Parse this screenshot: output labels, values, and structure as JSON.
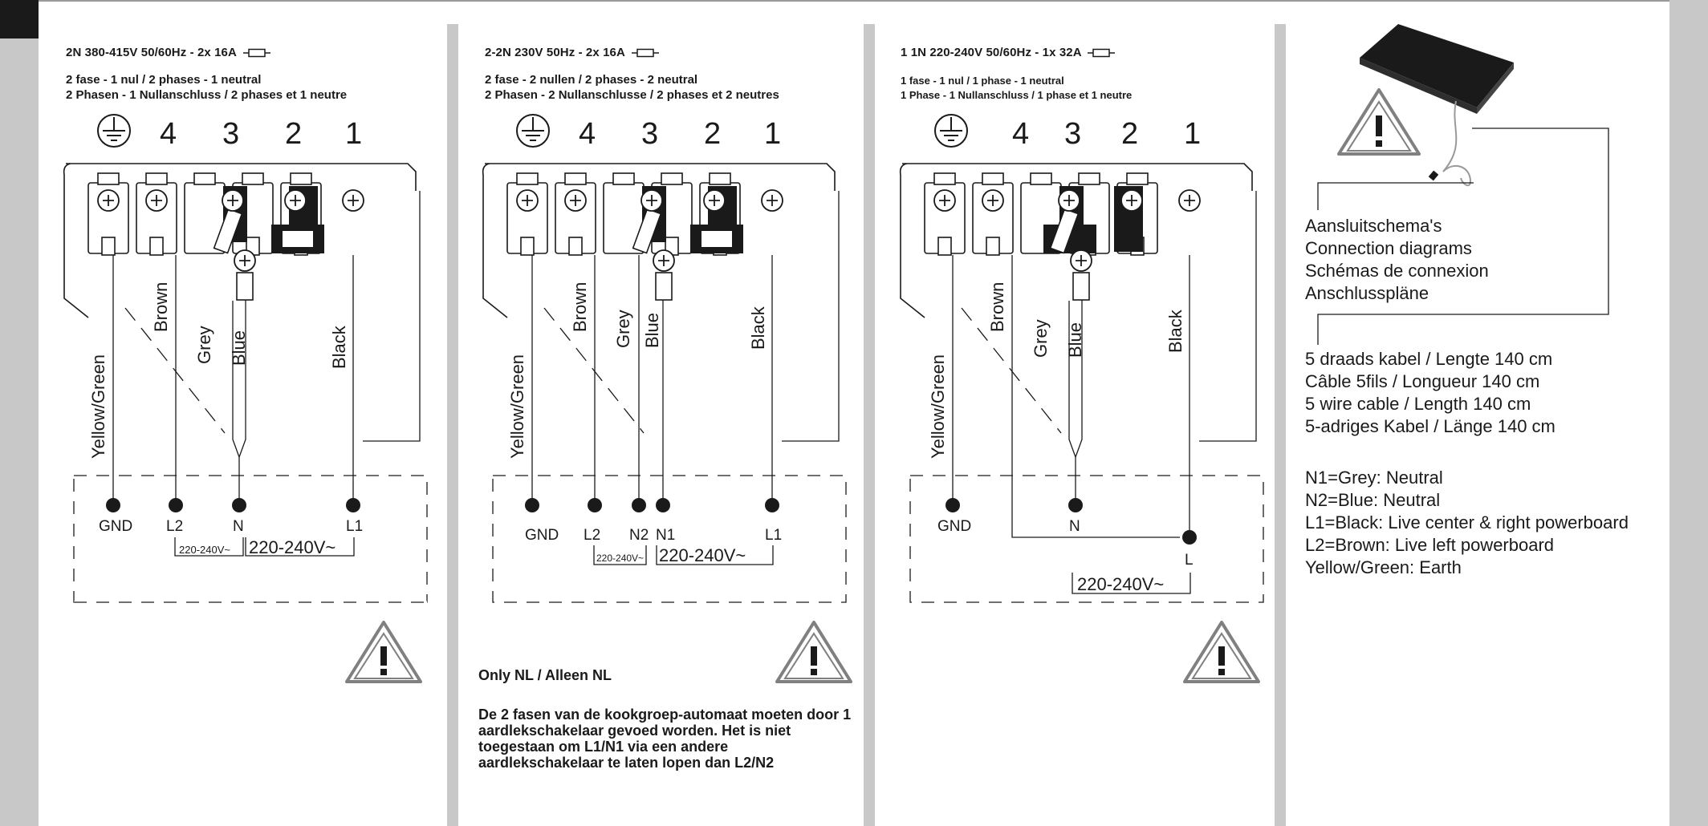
{
  "panels": [
    {
      "header": "2N 380-415V 50/60Hz - 2x 16A",
      "sub_line1": "2 fase - 1 nul / 2 phases - 1 neutral",
      "sub_line2": "2 Phasen - 1 Nullanschluss / 2 phases et 1 neutre",
      "terminal_numbers": [
        "4",
        "3",
        "2",
        "1"
      ],
      "wire_colors": [
        "Yellow/Green",
        "Brown",
        "Grey",
        "Blue",
        "Black"
      ],
      "terminals": [
        "GND",
        "L2",
        "N",
        "L1"
      ],
      "voltage_small": "220-240V~",
      "voltage_large": "220-240V~"
    },
    {
      "header": "2-2N 230V 50Hz - 2x 16A",
      "sub_line1": "2 fase - 2 nullen / 2 phases - 2 neutral",
      "sub_line2": "2 Phasen - 2 Nullanschlusse / 2 phases et 2 neutres",
      "terminal_numbers": [
        "4",
        "3",
        "2",
        "1"
      ],
      "wire_colors": [
        "Yellow/Green",
        "Brown",
        "Grey",
        "Blue",
        "Black"
      ],
      "terminals": [
        "GND",
        "L2",
        "N2",
        "N1",
        "L1"
      ],
      "voltage_small": "220-240V~",
      "voltage_large": "220-240V~",
      "note_title": "Only NL / Alleen NL",
      "note_body": "De 2 fasen van de kookgroep-automaat moeten door 1 aardlekschakelaar gevoed worden. Het is niet toegestaan om L1/N1 via een andere aardlekschakelaar te laten lopen dan L2/N2"
    },
    {
      "header": "1 1N 220-240V 50/60Hz - 1x 32A",
      "sub_line1": "1 fase - 1 nul / 1 phase - 1 neutral",
      "sub_line2": "1 Phase - 1 Nullanschluss / 1 phase et 1 neutre",
      "terminal_numbers": [
        "4",
        "3",
        "2",
        "1"
      ],
      "wire_colors": [
        "Yellow/Green",
        "Brown",
        "Grey",
        "Blue",
        "Black"
      ],
      "terminals": [
        "GND",
        "N",
        "L"
      ],
      "voltage_large": "220-240V~"
    }
  ],
  "info": {
    "diagram_titles": [
      "Aansluitschema's",
      "Connection diagrams",
      "Schémas de connexion",
      "Anschlusspläne"
    ],
    "cable_lines": [
      "5 draads kabel / Lengte 140 cm",
      "Câble 5fils / Longueur 140 cm",
      "5 wire cable / Length 140 cm",
      "5-adriges Kabel / Länge 140 cm"
    ],
    "legend_lines": [
      "N1=Grey: Neutral",
      "N2=Blue: Neutral",
      "L1=Black: Live center & right powerboard",
      "L2=Brown: Live left powerboard",
      "Yellow/Green: Earth"
    ]
  },
  "icons": [
    "ground-symbol-icon",
    "warning-triangle-icon",
    "fuse-icon",
    "cooktop-icon"
  ]
}
